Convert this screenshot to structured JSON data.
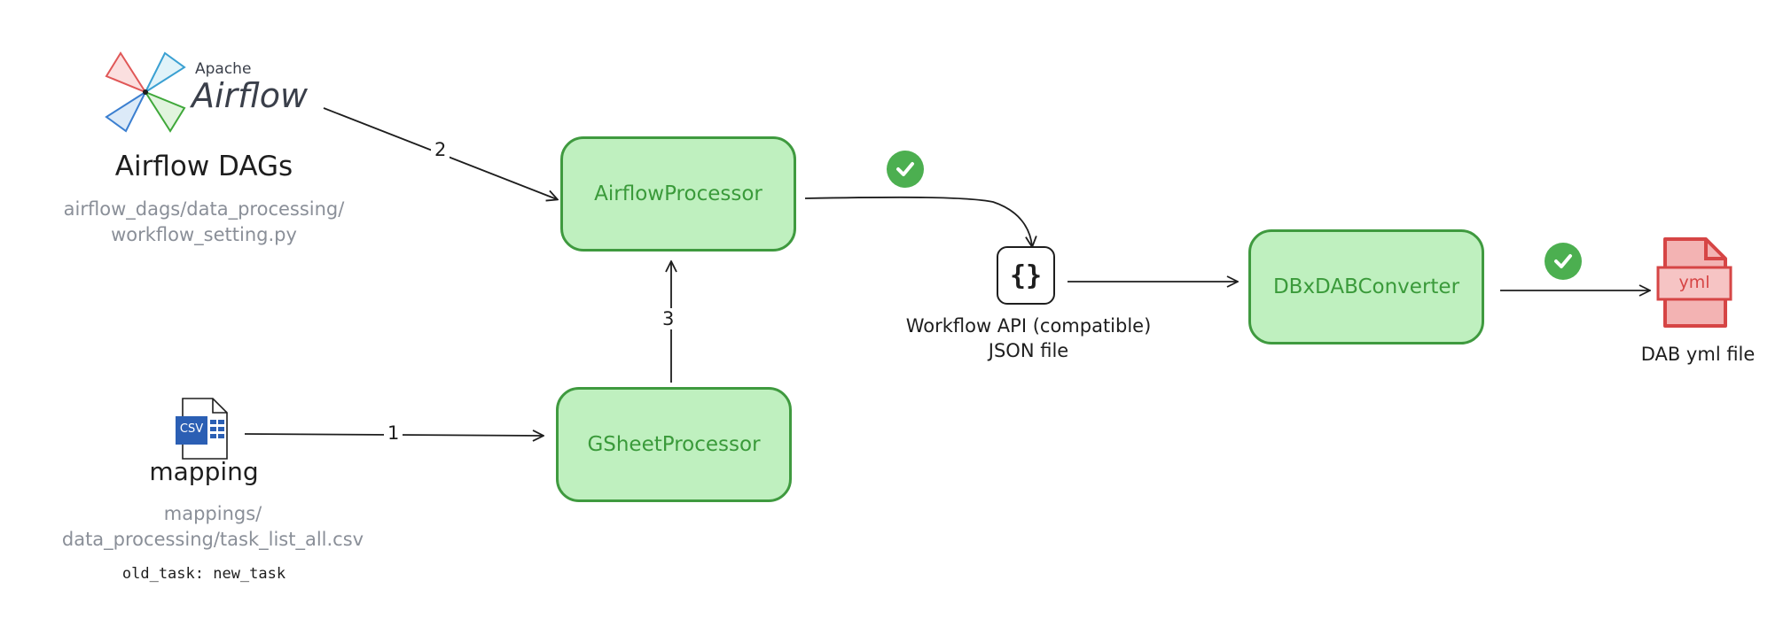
{
  "airflow_logo": {
    "brand_small": "Apache",
    "brand_large": "Airflow"
  },
  "airflow_dags": {
    "title": "Airflow DAGs",
    "path_line1": "airflow_dags/data_processing/",
    "path_line2": "workflow_setting.py"
  },
  "mapping": {
    "icon_text": "CSV",
    "title": "mapping",
    "path_line1": "mappings/",
    "path_line2": "data_processing/task_list_all.csv",
    "note": "old_task: new_task"
  },
  "processors": {
    "airflow": "AirflowProcessor",
    "gsheet": "GSheetProcessor",
    "dbx": "DBxDABConverter"
  },
  "json_node": {
    "icon_text": "{}",
    "label_line1": "Workflow API (compatible)",
    "label_line2": "JSON file"
  },
  "yml_node": {
    "icon_text": "yml",
    "label": "DAB yml file"
  },
  "edges": {
    "e1": "1",
    "e2": "2",
    "e3": "3"
  },
  "colors": {
    "process_fill": "#bff0bf",
    "process_stroke": "#3f9a3f",
    "process_text": "#3a9a3a",
    "check": "#4caf50",
    "yml_red": "#d64545",
    "yml_fill": "#f3b3b3",
    "csv_blue": "#2b5fb4",
    "gray_text": "#8a8f98"
  },
  "icons": {
    "airflow": "airflow-pinwheel-icon",
    "csv": "csv-file-icon",
    "json": "json-braces-icon",
    "yml": "yml-file-icon",
    "check": "check-circle-icon"
  }
}
